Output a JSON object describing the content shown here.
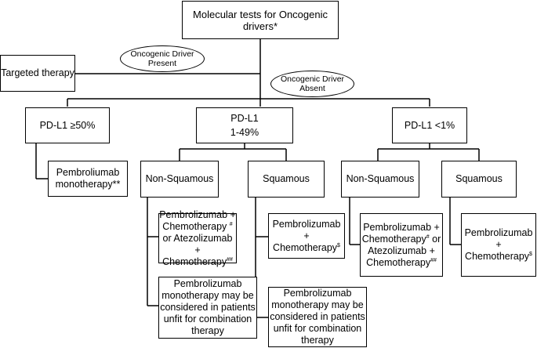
{
  "root": {
    "line1": "Molecular tests for Oncogenic",
    "line2": "drivers*"
  },
  "driver_present": {
    "line1": "Oncogenic Driver",
    "line2": "Present"
  },
  "driver_absent": {
    "line1": "Oncogenic Driver",
    "line2": "Absent"
  },
  "targeted": "Targeted therapy",
  "pdl1_high": "PD-L1 ≥50%",
  "pdl1_mid": {
    "line1": "PD-L1",
    "line2": "1-49%"
  },
  "pdl1_low": "PD-L1 <1%",
  "pembro_mono": {
    "line1": "Pembroliumab",
    "line2": "monotherapy**"
  },
  "mid_nonsq": "Non-Squamous",
  "mid_sq": "Squamous",
  "low_nonsq": "Non-Squamous",
  "low_sq": "Squamous",
  "mid_nonsq_tx": {
    "l1": "Pembrolizumab +",
    "l2": "Chemotherapy",
    "l2_sup": "#",
    "l3": "or Atezolizumab +",
    "l4": "Chemotherapy",
    "l4_sup": "##"
  },
  "mid_nonsq_alt": "Pembrolizumab\nmonotherapy may be\nconsidered in patients\nunfit for combination\ntherapy",
  "mid_sq_tx": {
    "l1": "Pembrolizumab +",
    "l2": "Chemotherapy",
    "l2_sup": "$"
  },
  "mid_sq_alt": "Pembrolizumab\nmonotherapy may be\nconsidered in patients\nunfit for combination\ntherapy",
  "low_nonsq_tx": {
    "l1": "Pembrolizumab +",
    "l2": "Chemotherapy",
    "l2_sup": "#",
    "l2_tail": " or",
    "l3": "Atezolizumab +",
    "l4": "Chemotherapy",
    "l4_sup": "##"
  },
  "low_sq_tx": {
    "l1": "Pembrolizumab +",
    "l2": "Chemotherapy",
    "l2_sup": "$"
  }
}
